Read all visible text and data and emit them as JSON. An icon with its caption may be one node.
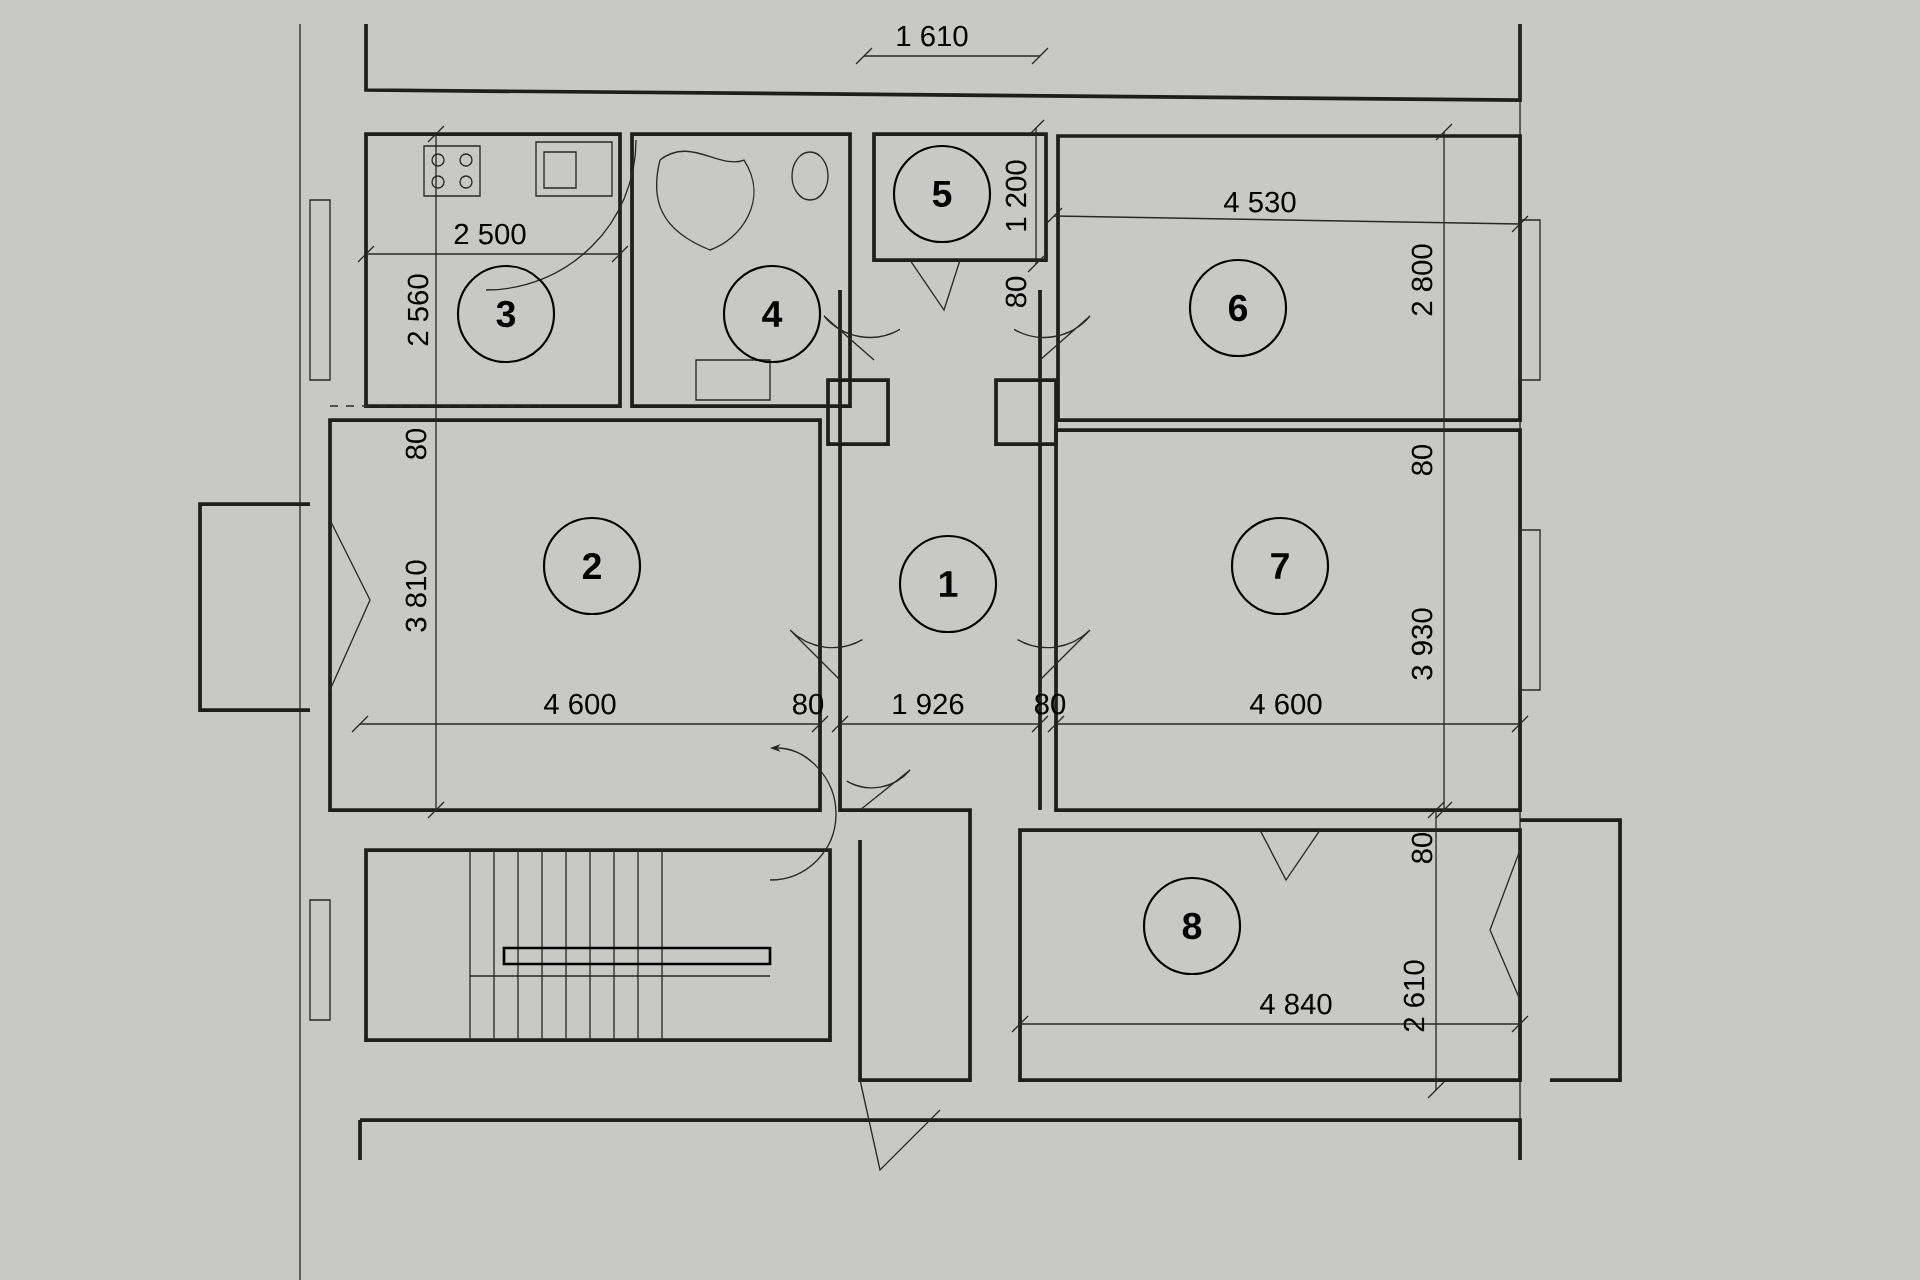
{
  "diagram": {
    "nodes": [
      {
        "text": [
          "3"
        ]
      },
      {
        "text": [
          "4"
        ]
      },
      {
        "text": [
          "5"
        ]
      },
      {
        "text": [
          "6"
        ]
      },
      {
        "text": [
          "2"
        ]
      },
      {
        "text": [
          "1"
        ]
      },
      {
        "text": [
          "7"
        ]
      },
      {
        "text": [
          "8"
        ]
      }
    ],
    "labels": [
      "1 610",
      "1 200",
      "4 530",
      "2 500",
      "2 800",
      "2 560",
      "80",
      "80",
      "80",
      "3 810",
      "3 930",
      "4 600",
      "80",
      "1 926",
      "80",
      "4 600",
      "80",
      "2 610",
      "4 840"
    ]
  }
}
